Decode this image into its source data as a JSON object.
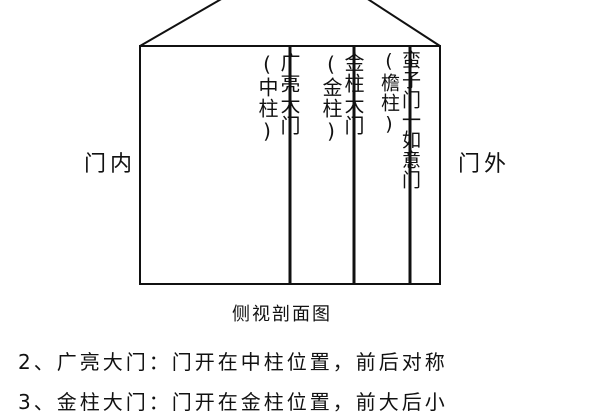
{
  "diagram": {
    "inside_label": "门内",
    "outside_label": "门外",
    "columns": [
      {
        "title": "广亮大门",
        "sub": "(中柱)"
      },
      {
        "title": "金柱大门",
        "sub": "(金柱)"
      },
      {
        "title": "蛮子门一如意门",
        "sub": "(檐柱)"
      }
    ],
    "caption": "侧视剖面图"
  },
  "notes": [
    "2、广亮大门：门开在中柱位置，前后对称",
    "3、金柱大门：门开在金柱位置，前大后小"
  ]
}
